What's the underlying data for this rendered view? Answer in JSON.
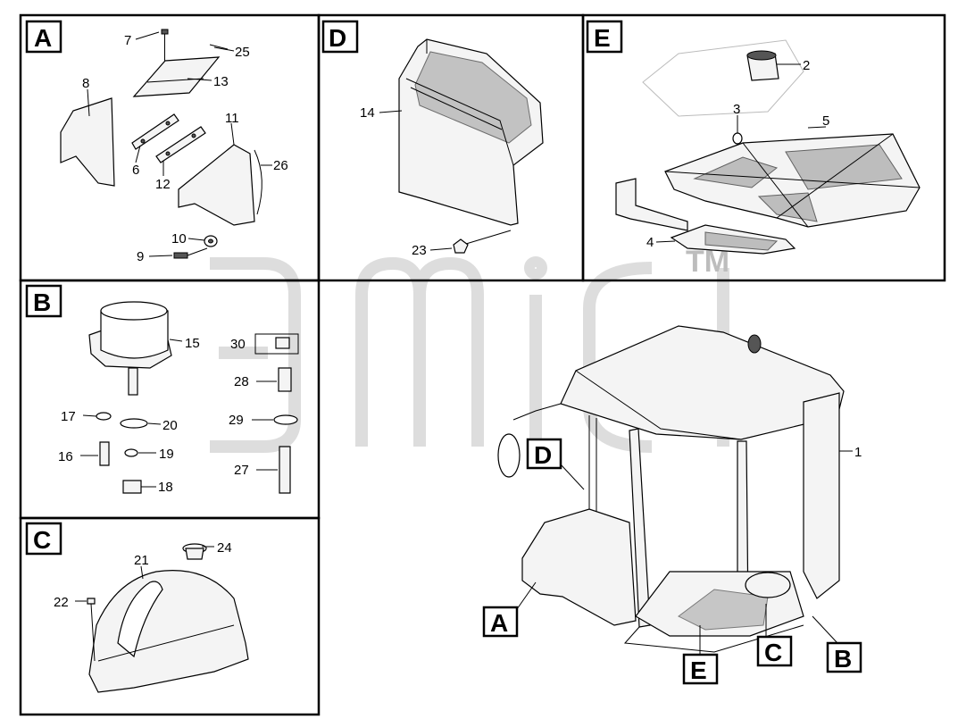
{
  "panels": [
    {
      "id": "A",
      "label": "A"
    },
    {
      "id": "B",
      "label": "B"
    },
    {
      "id": "C",
      "label": "C"
    },
    {
      "id": "D",
      "label": "D"
    },
    {
      "id": "E",
      "label": "E"
    }
  ],
  "callout_tags": [
    "D",
    "A",
    "E",
    "C",
    "B"
  ],
  "part_numbers": {
    "p1": "1",
    "p2": "2",
    "p3": "3",
    "p4": "4",
    "p5": "5",
    "p6": "6",
    "p7": "7",
    "p8": "8",
    "p9": "9",
    "p10": "10",
    "p11": "11",
    "p12": "12",
    "p13": "13",
    "p14": "14",
    "p15": "15",
    "p16": "16",
    "p17": "17",
    "p18": "18",
    "p19": "19",
    "p20": "20",
    "p21": "21",
    "p22": "22",
    "p23": "23",
    "p24": "24",
    "p25": "25",
    "p26": "26",
    "p27": "27",
    "p28": "28",
    "p29": "29",
    "p30": "30"
  },
  "watermark": {
    "trademark": "TM"
  },
  "colors": {
    "line": "#000000",
    "background": "#ffffff",
    "watermark": "#cfcfcf"
  }
}
